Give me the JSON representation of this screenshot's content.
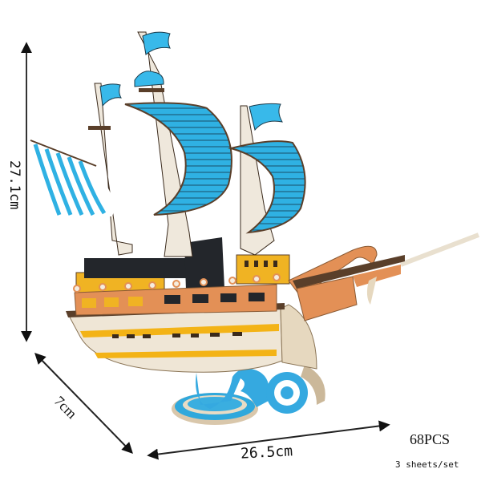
{
  "image": {
    "subject": "3D wooden sailing ship puzzle model",
    "colors": {
      "sail_blue": "#2fb1e3",
      "flag_blue": "#38b9ea",
      "wood_light": "#efe6d6",
      "wood_edge": "#5a3f2a",
      "orange_rail": "#e39056",
      "yellow_cabin": "#f0b323",
      "black_cabin": "#23262b",
      "hull_stripe": "#f3b316"
    }
  },
  "dimensions": {
    "height": "27.1cm",
    "depth": "7cm",
    "width": "26.5cm"
  },
  "product": {
    "pieces": "68PCS",
    "sheets": "3 sheets/set"
  }
}
